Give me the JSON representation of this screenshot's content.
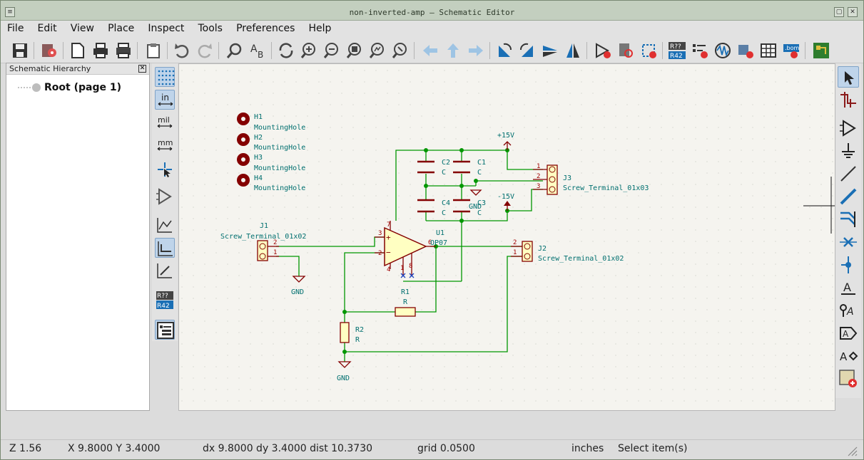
{
  "window": {
    "title": "non-inverted-amp — Schematic Editor"
  },
  "menu": [
    "File",
    "Edit",
    "View",
    "Place",
    "Inspect",
    "Tools",
    "Preferences",
    "Help"
  ],
  "hierarchy": {
    "title": "Schematic Hierarchy",
    "root": "Root (page 1)"
  },
  "toolbar": {
    "icons": [
      "save-icon",
      "schematic-setup-icon",
      "page-settings-icon",
      "print-icon",
      "plot-icon",
      "paste-icon",
      "undo-icon",
      "redo-icon",
      "find-icon",
      "find-replace-icon",
      "refresh-icon",
      "zoom-in-icon",
      "zoom-out-icon",
      "zoom-fit-icon",
      "zoom-objects-icon",
      "zoom-selection-icon",
      "navigate-back-icon",
      "navigate-up-icon",
      "navigate-forward-icon",
      "rotate-ccw-icon",
      "rotate-cw-icon",
      "mirror-vertical-icon",
      "mirror-horizontal-icon",
      "symbol-editor-icon",
      "symbol-browser-icon",
      "footprint-assign-icon",
      "annotate-icon",
      "erc-icon",
      "simulator-icon",
      "footprint-fields-icon",
      "edit-fields-icon",
      "bom-icon",
      "pcb-editor-icon"
    ],
    "annotate_top": "R??",
    "annotate_bottom": "R42",
    "bom_label": ".bom"
  },
  "left_tools": {
    "icons": [
      "grid-icon",
      "units-inches-icon",
      "units-mils-icon",
      "units-mm-icon",
      "cursor-crosshair-icon",
      "hidden-pins-icon",
      "line-mode-free-icon",
      "line-mode-90-icon",
      "line-mode-45-icon",
      "annotate-icon",
      "hierarchy-panel-icon"
    ],
    "inch_label": "in",
    "mil_label": "mil",
    "mm_label": "mm",
    "annotate_top": "R??",
    "annotate_bottom": "R42"
  },
  "right_tools": {
    "icons": [
      "select-arrow-icon",
      "highlight-net-icon",
      "add-symbol-icon",
      "add-power-icon",
      "add-wire-icon",
      "add-bus-icon",
      "add-bus-entry-icon",
      "no-connect-icon",
      "add-junction-icon",
      "add-label-icon",
      "add-global-label-icon",
      "add-hier-label-icon",
      "add-text-icon",
      "add-sheet-icon"
    ]
  },
  "schematic": {
    "holes": [
      {
        "ref": "H1",
        "value": "MountingHole"
      },
      {
        "ref": "H2",
        "value": "MountingHole"
      },
      {
        "ref": "H3",
        "value": "MountingHole"
      },
      {
        "ref": "H4",
        "value": "MountingHole"
      }
    ],
    "j1": {
      "ref": "J1",
      "value": "Screw_Terminal_01x02",
      "pin1": "1",
      "pin2": "2"
    },
    "j2": {
      "ref": "J2",
      "value": "Screw_Terminal_01x02",
      "pin1": "1",
      "pin2": "2"
    },
    "j3": {
      "ref": "J3",
      "value": "Screw_Terminal_01x03",
      "pin1": "1",
      "pin2": "2",
      "pin3": "3"
    },
    "u1": {
      "ref": "U1",
      "value": "OP07",
      "pin3": "3",
      "pin2": "2",
      "pin6": "6",
      "pin7": "7",
      "pin4": "4",
      "pin1": "1",
      "pin8": "8"
    },
    "c1": {
      "ref": "C1",
      "value": "C"
    },
    "c2": {
      "ref": "C2",
      "value": "C"
    },
    "c3": {
      "ref": "C3",
      "value": "C"
    },
    "c4": {
      "ref": "C4",
      "value": "C"
    },
    "r1": {
      "ref": "R1",
      "value": "R"
    },
    "r2": {
      "ref": "R2",
      "value": "R"
    },
    "power": {
      "p15": "+15V",
      "m15": "-15V",
      "gnd": "GND"
    }
  },
  "status": {
    "zoom": "Z 1.56",
    "xy": "X 9.8000  Y 3.4000",
    "delta": "dx 9.8000  dy 3.4000  dist 10.3730",
    "grid": "grid 0.0500",
    "units": "inches",
    "mode": "Select item(s)"
  },
  "colors": {
    "wire": "#009600",
    "component": "#840000",
    "component_fill": "#ffffc2",
    "junction": "#009600",
    "text": "#006f6f",
    "canvas": "#f5f4ef",
    "pin": "#a00000"
  }
}
